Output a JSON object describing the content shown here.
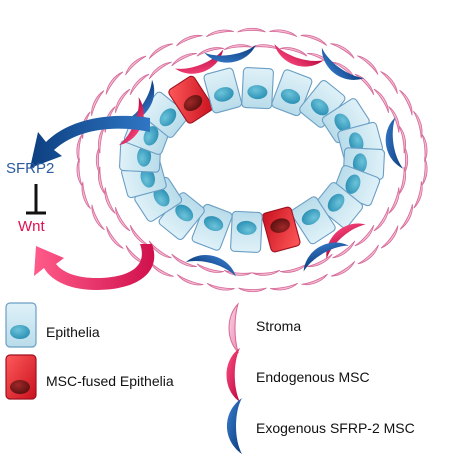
{
  "diagram": {
    "pathway": {
      "sfrp2_label": "SFRP2",
      "wnt_label": "Wnt",
      "sfrp2_color": "#2a5aa0",
      "wnt_color": "#e01050",
      "inhibition_symbol": "T-bar inhibition"
    },
    "colors": {
      "epithelia_fill": "#c9e6f2",
      "epithelia_stroke": "#6a9ec4",
      "nucleus": "#3fa6c6",
      "fused_fill": "#e8202c",
      "fused_nucleus": "#7a1a1a",
      "stroma": "#f3a9c8",
      "endogenous_msc": "#d7195a",
      "exogenous_msc": "#0f4f9c",
      "arrow_blue": "#1c5aa8",
      "arrow_red": "#e0185a"
    }
  },
  "legend": {
    "epithelia": "Epithelia",
    "msc_fused": "MSC-fused Epithelia",
    "stroma": "Stroma",
    "endogenous": "Endogenous MSC",
    "exogenous": "Exogenous SFRP-2 MSC"
  }
}
